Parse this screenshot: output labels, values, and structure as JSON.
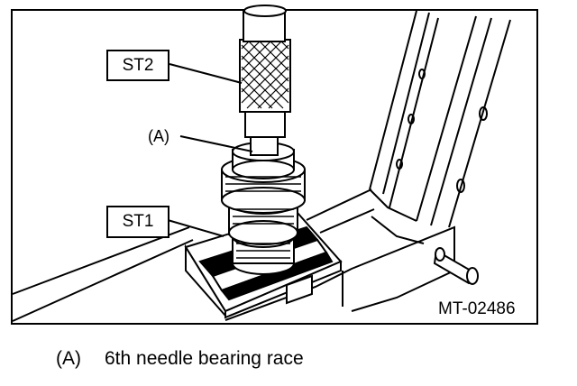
{
  "callouts": {
    "st2": "ST2",
    "a": "(A)",
    "st1": "ST1"
  },
  "figure_code": "MT-02486",
  "caption": {
    "key": "(A)",
    "text": "6th needle bearing race"
  }
}
